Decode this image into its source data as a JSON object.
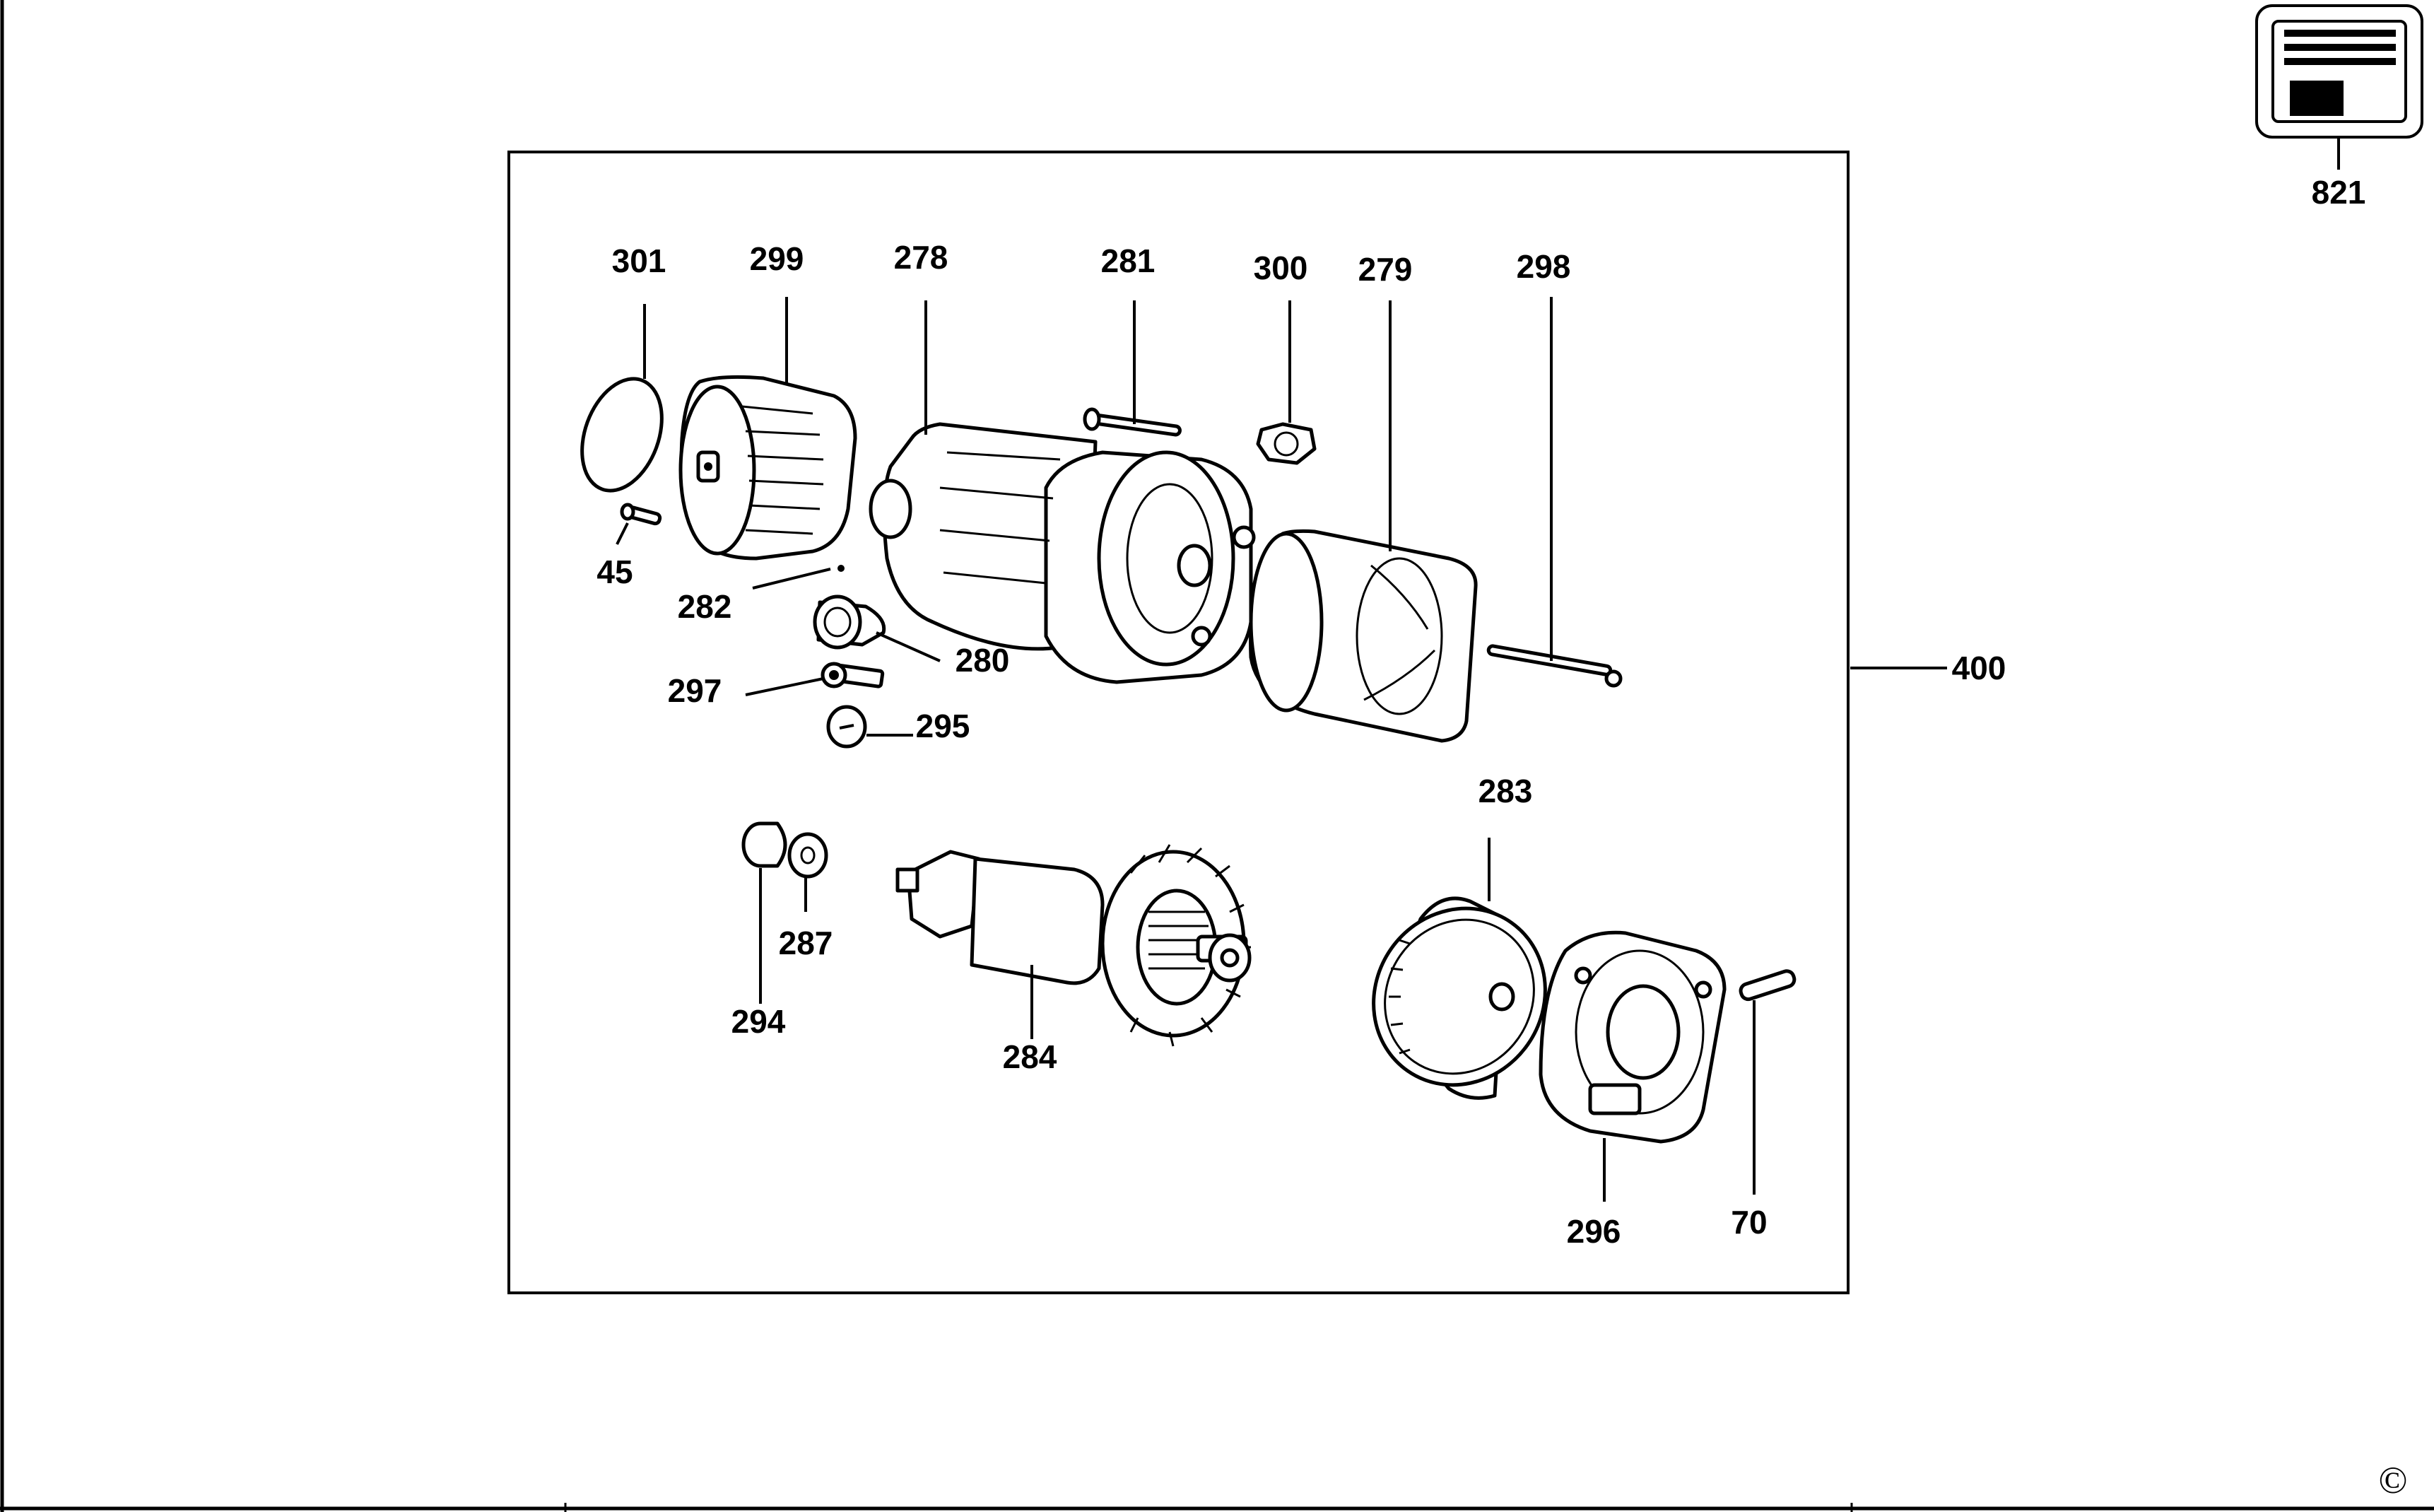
{
  "callouts": {
    "c301": "301",
    "c299": "299",
    "c278": "278",
    "c281": "281",
    "c300": "300",
    "c279": "279",
    "c298": "298",
    "c45": "45",
    "c282": "282",
    "c280": "280",
    "c297": "297",
    "c295": "295",
    "c400": "400",
    "c283": "283",
    "c294": "294",
    "c287": "287",
    "c284": "284",
    "c296": "296",
    "c70": "70",
    "c821": "821"
  },
  "copyright_symbol": "©"
}
